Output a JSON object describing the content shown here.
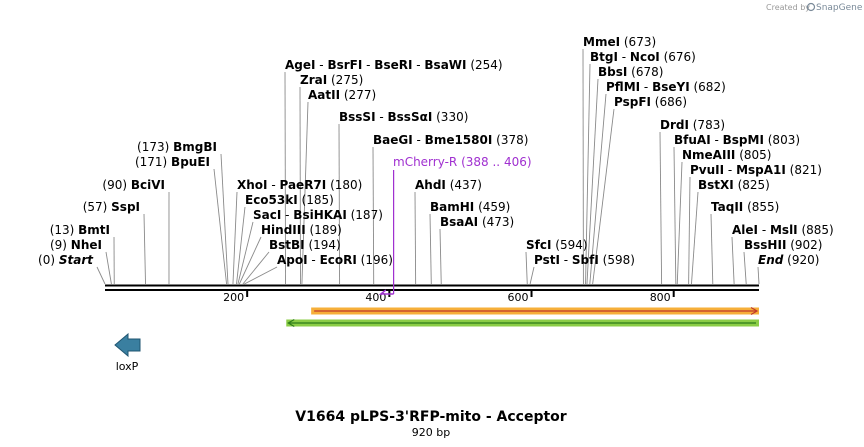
{
  "credit": {
    "created_by": "Created by",
    "brand": "SnapGene"
  },
  "map": {
    "title": "V1664 pLPS-3'RFP-mito - Acceptor",
    "length_label": "920 bp",
    "total_bp": 920
  },
  "ruler": {
    "ticks": [
      200,
      400,
      600,
      800
    ]
  },
  "sites": [
    {
      "names": [
        "MmeI"
      ],
      "pos": "(673)",
      "at": 673
    },
    {
      "names": [
        "BtgI",
        "NcoI"
      ],
      "pos": "(676)",
      "at": 676
    },
    {
      "names": [
        "BbsI"
      ],
      "pos": "(678)",
      "at": 678
    },
    {
      "names": [
        "PflMI",
        "BseYI"
      ],
      "pos": "(682)",
      "at": 682
    },
    {
      "names": [
        "PspFI"
      ],
      "pos": "(686)",
      "at": 686
    },
    {
      "names": [
        "AgeI",
        "BsrFI",
        "BseRI",
        "BsaWI"
      ],
      "pos": "(254)",
      "at": 254
    },
    {
      "names": [
        "ZraI"
      ],
      "pos": "(275)",
      "at": 275
    },
    {
      "names": [
        "AatII"
      ],
      "pos": "(277)",
      "at": 277
    },
    {
      "names": [
        "BssSI",
        "BssSαI"
      ],
      "pos": "(330)",
      "at": 330
    },
    {
      "names": [
        "BaeGI",
        "Bme1580I"
      ],
      "pos": "(378)",
      "at": 378
    },
    {
      "names": [
        "BmgBI"
      ],
      "pos": "(173)",
      "at": 173
    },
    {
      "names": [
        "BpuEI"
      ],
      "pos": "(171)",
      "at": 171
    },
    {
      "names": [
        "BciVI"
      ],
      "pos": "(90)",
      "at": 90
    },
    {
      "names": [
        "XhoI",
        "PaeR7I"
      ],
      "pos": "(180)",
      "at": 180
    },
    {
      "names": [
        "AhdI"
      ],
      "pos": "(437)",
      "at": 437
    },
    {
      "names": [
        "Eco53kI"
      ],
      "pos": "(185)",
      "at": 185
    },
    {
      "names": [
        "SspI"
      ],
      "pos": "(57)",
      "at": 57
    },
    {
      "names": [
        "SacI",
        "BsiHKAI"
      ],
      "pos": "(187)",
      "at": 187
    },
    {
      "names": [
        "BamHI"
      ],
      "pos": "(459)",
      "at": 459
    },
    {
      "names": [
        "BsaAI"
      ],
      "pos": "(473)",
      "at": 473
    },
    {
      "names": [
        "HindIII"
      ],
      "pos": "(189)",
      "at": 189
    },
    {
      "names": [
        "BmtI"
      ],
      "pos": "(13)",
      "at": 13
    },
    {
      "names": [
        "BstBI"
      ],
      "pos": "(194)",
      "at": 194
    },
    {
      "names": [
        "NheI"
      ],
      "pos": "(9)",
      "at": 9
    },
    {
      "names": [
        "ApoI",
        "EcoRI"
      ],
      "pos": "(196)",
      "at": 196
    },
    {
      "names": [
        "SfcI"
      ],
      "pos": "(594)",
      "at": 594
    },
    {
      "names": [
        "PstI",
        "SbfI"
      ],
      "pos": "(598)",
      "at": 598
    },
    {
      "names": [
        "Start"
      ],
      "pos": "(0)",
      "at": 0
    },
    {
      "names": [
        "DrdI"
      ],
      "pos": "(783)",
      "at": 783
    },
    {
      "names": [
        "BfuAI",
        "BspMI"
      ],
      "pos": "(803)",
      "at": 803
    },
    {
      "names": [
        "NmeAIII"
      ],
      "pos": "(805)",
      "at": 805
    },
    {
      "names": [
        "PvuII",
        "MspA1I"
      ],
      "pos": "(821)",
      "at": 821
    },
    {
      "names": [
        "BstXI"
      ],
      "pos": "(825)",
      "at": 825
    },
    {
      "names": [
        "TaqII"
      ],
      "pos": "(855)",
      "at": 855
    },
    {
      "names": [
        "AleI",
        "MslI"
      ],
      "pos": "(885)",
      "at": 885
    },
    {
      "names": [
        "BssHII"
      ],
      "pos": "(902)",
      "at": 902
    },
    {
      "names": [
        "End"
      ],
      "pos": "(920)",
      "at": 920
    }
  ],
  "primer": {
    "name": "mCherry-R",
    "range": "(388 .. 406)",
    "start": 388,
    "end": 406
  },
  "features": [
    {
      "name": "orange-feature",
      "start": 290,
      "end": 920,
      "direction": "forward",
      "color": "#f5a623",
      "stroke": "#c0392b"
    },
    {
      "name": "green-feature",
      "start": 255,
      "end": 920,
      "direction": "reverse",
      "color": "#7ec832",
      "stroke": "#2e7d1a"
    }
  ],
  "loxp": {
    "label": "loxP",
    "color": "#3a7fa0"
  },
  "colors": {
    "primer": "#a030d0",
    "backbone": "#000000",
    "site_line": "#8a8a8a"
  }
}
